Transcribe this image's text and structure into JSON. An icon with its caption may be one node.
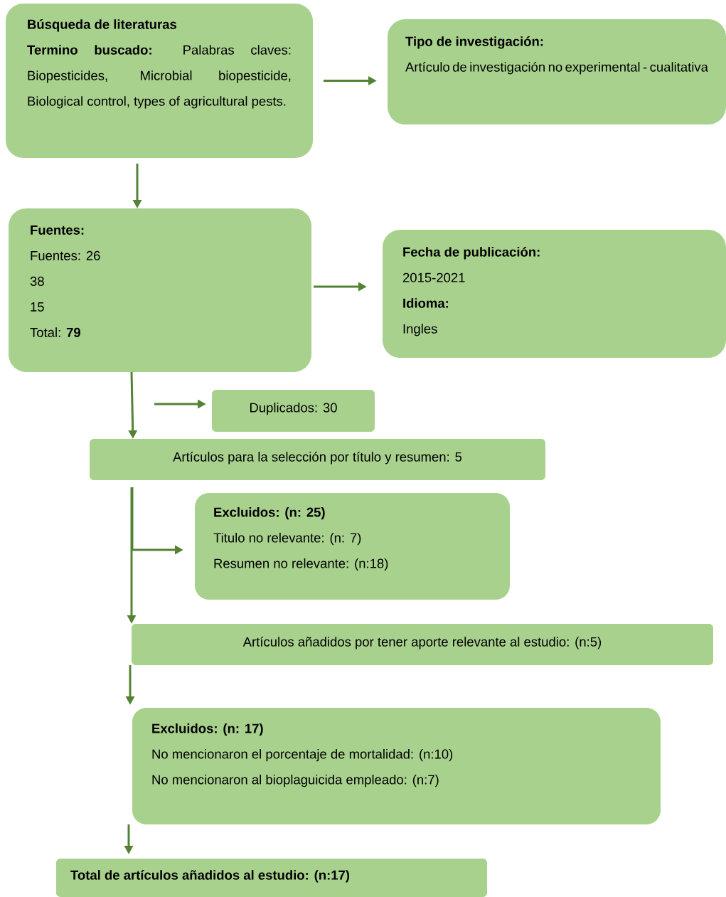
{
  "diagram": {
    "nodes": [
      {
        "text": [
          "Búsqueda de literaturas",
          "**Termino buscado:** Palabras claves: Biopesticides, Microbial biopesticide, Biological control, types of agricultural pests."
        ]
      },
      {
        "text": [
          "Tipo de investigación:",
          "Artículo de investigación no experimental - cualitativa"
        ]
      },
      {
        "text": [
          "Fuentes:",
          "Fuentes: 26",
          "38",
          "15",
          "Total: **79**"
        ]
      },
      {
        "text": [
          "Fecha de publicación:",
          "2015-2021",
          "Idioma:",
          "Ingles"
        ]
      },
      {
        "text": [
          "Duplicados: 30"
        ]
      },
      {
        "text": [
          "Artículos para la selección por título y resumen: 5"
        ]
      },
      {
        "text": [
          "Excluidos: (n: 25)",
          "Titulo no relevante: (n: 7)",
          "Resumen no relevante: (n:18)"
        ]
      },
      {
        "text": [
          "Artículos añadidos por tener aporte relevante al estudio: (n:5)"
        ]
      },
      {
        "text": [
          "Excluidos: (n: 17)",
          "No mencionaron el porcentaje de mortalidad: (n:10)",
          "No mencionaron al bioplaguicida empleado: (n:7)"
        ]
      },
      {
        "text": [
          "Total de artículos añadidos al estudio: (n:17)"
        ]
      }
    ],
    "edges": [
      {
        "from": 0,
        "to": 1,
        "arrow": "to"
      },
      {
        "from": 0,
        "to": 2,
        "arrow": "to"
      },
      {
        "from": 2,
        "to": 3,
        "arrow": "to"
      },
      {
        "from": null,
        "to": 4,
        "arrow": "to"
      },
      {
        "from": 2,
        "to": 5,
        "arrow": "to"
      },
      {
        "from": 5,
        "to": 6,
        "arrow": "to"
      },
      {
        "from": 5,
        "to": 7,
        "arrow": "to"
      },
      {
        "from": 7,
        "to": 8,
        "arrow": "to"
      },
      {
        "from": 8,
        "to": 9,
        "arrow": "to"
      }
    ]
  }
}
